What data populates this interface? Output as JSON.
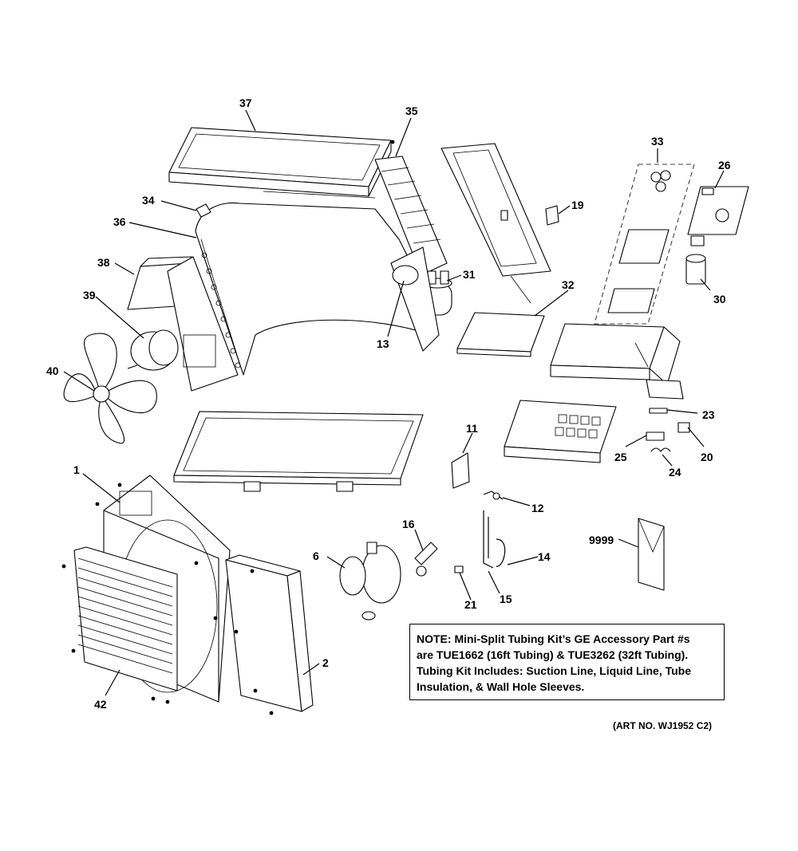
{
  "labels": {
    "p1": "1",
    "p2": "2",
    "p6": "6",
    "p11": "11",
    "p12": "12",
    "p13": "13",
    "p14": "14",
    "p15": "15",
    "p16": "16",
    "p19": "19",
    "p20": "20",
    "p21": "21",
    "p23": "23",
    "p24": "24",
    "p25": "25",
    "p26": "26",
    "p30": "30",
    "p31": "31",
    "p32": "32",
    "p33": "33",
    "p34": "34",
    "p35": "35",
    "p36": "36",
    "p37": "37",
    "p38": "38",
    "p39": "39",
    "p40": "40",
    "p42": "42",
    "p9999": "9999"
  },
  "note": {
    "text": "NOTE: Mini-Split Tubing Kit’s GE Accessory Part #s\nare TUE1662 (16ft Tubing) & TUE3262 (32ft Tubing).\nTubing Kit Includes: Suction Line, Liquid Line, Tube\nInsulation, & Wall Hole Sleeves."
  },
  "art_no": "(ART NO. WJ1952 C2)"
}
